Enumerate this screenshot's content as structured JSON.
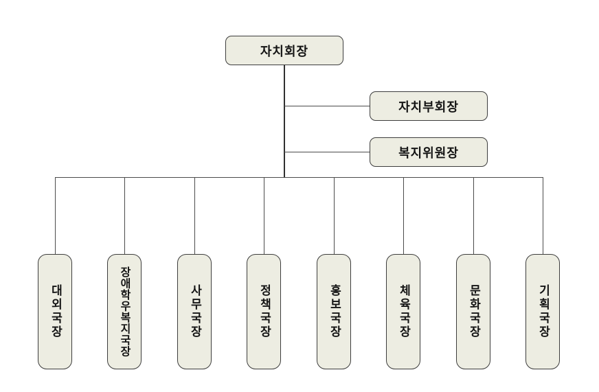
{
  "org_chart": {
    "root": {
      "label": "자치회장"
    },
    "side_branches": [
      {
        "label": "자치부회장"
      },
      {
        "label": "복지위원장"
      }
    ],
    "departments": [
      {
        "label": "대외국장"
      },
      {
        "label": "장애학우복지국장"
      },
      {
        "label": "사무국장"
      },
      {
        "label": "정책국장"
      },
      {
        "label": "홍보국장"
      },
      {
        "label": "체육국장"
      },
      {
        "label": "문화국장"
      },
      {
        "label": "기획국장"
      }
    ],
    "colors": {
      "box_fill": "#edede2",
      "box_border": "#3c3c3c",
      "connector": "#4a4a4a",
      "text": "#141414",
      "background": "#ffffff"
    }
  }
}
